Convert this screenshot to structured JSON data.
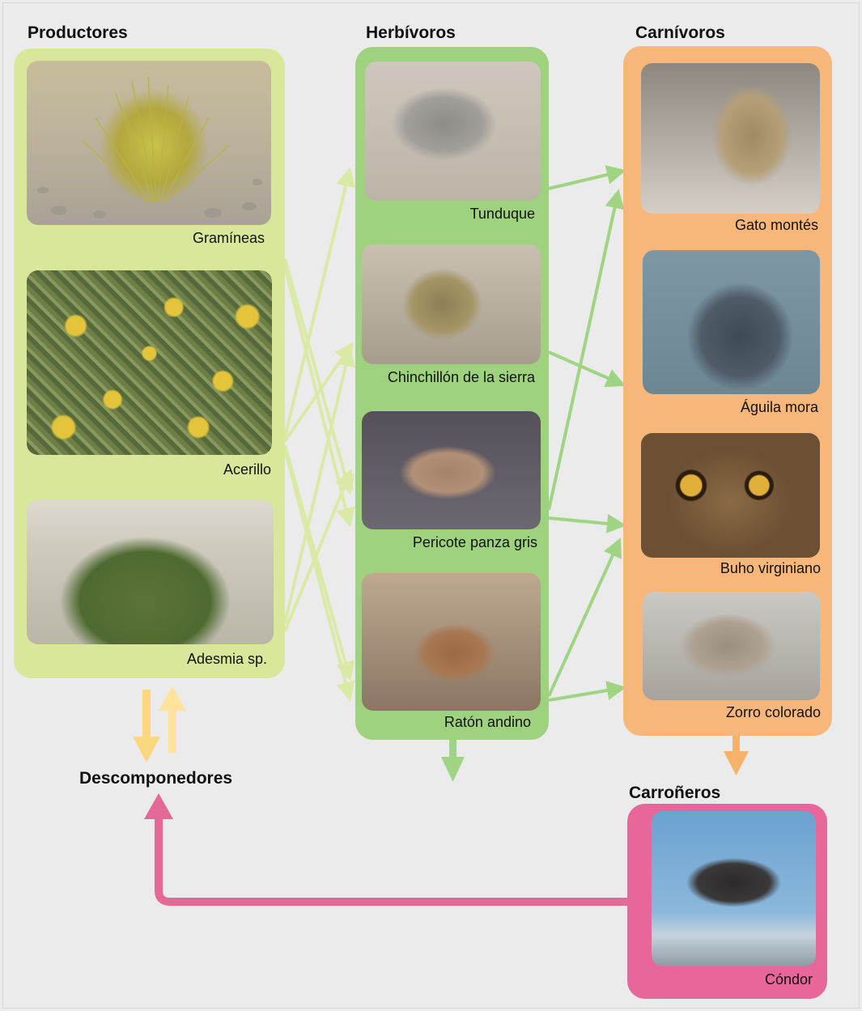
{
  "groups": {
    "producers": {
      "title": "Productores",
      "items": [
        "Gramíneas",
        "Acerillo",
        "Adesmia sp."
      ]
    },
    "herbivores": {
      "title": "Herbívoros",
      "items": [
        "Tunduque",
        "Chinchillón de la sierra",
        "Pericote panza gris",
        "Ratón andino"
      ]
    },
    "carnivores": {
      "title": "Carnívoros",
      "items": [
        "Gato montés",
        "Águila mora",
        "Buho virginiano",
        "Zorro colorado"
      ]
    },
    "scavengers": {
      "title": "Carroñeros",
      "items": [
        "Cóndor"
      ]
    },
    "decomposers": {
      "title": "Descomponedores"
    }
  },
  "colors": {
    "producers_panel": "#d9e79a",
    "herbivores_panel": "#9fd27f",
    "carnivores_panel": "#f7b77a",
    "scavengers_panel": "#e7679a",
    "producer_arrow": "#dbe9a6",
    "herbivore_arrow": "#9fd483",
    "carnivore_arrow": "#f7b26a",
    "decomposer_arrow": "#fbd77e",
    "scavenger_arrow": "#e56996"
  }
}
